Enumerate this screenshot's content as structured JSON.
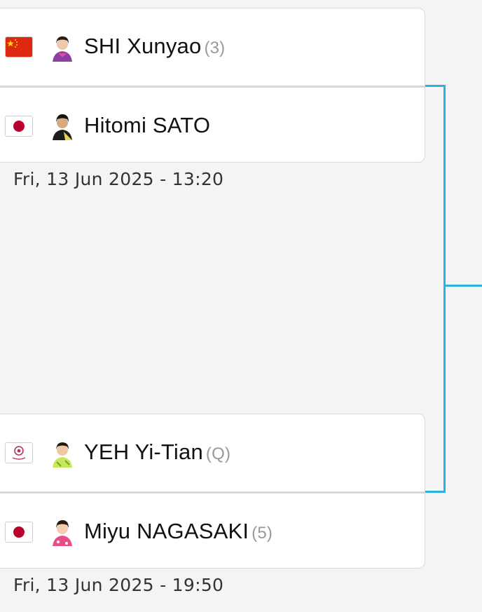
{
  "colors": {
    "background": "#f4f4f4",
    "card": "#ffffff",
    "bracket": "#2bb0e4",
    "seed_text": "#9a9a9a"
  },
  "matches": [
    {
      "players": [
        {
          "name": "SHI Xunyao",
          "seed": "(3)",
          "flag": "china-flag-icon",
          "avatar": "player-avatar-icon"
        },
        {
          "name": "Hitomi SATO",
          "seed": "",
          "flag": "japan-flag-icon",
          "avatar": "player-avatar-icon"
        }
      ],
      "datetime": "Fri, 13 Jun 2025 - 13:20"
    },
    {
      "players": [
        {
          "name": "YEH Yi-Tian",
          "seed": "(Q)",
          "flag": "chinese-taipei-flag-icon",
          "avatar": "player-avatar-icon"
        },
        {
          "name": "Miyu NAGASAKI",
          "seed": "(5)",
          "flag": "japan-flag-icon",
          "avatar": "player-avatar-icon"
        }
      ],
      "datetime": "Fri, 13 Jun 2025 - 19:50"
    }
  ]
}
